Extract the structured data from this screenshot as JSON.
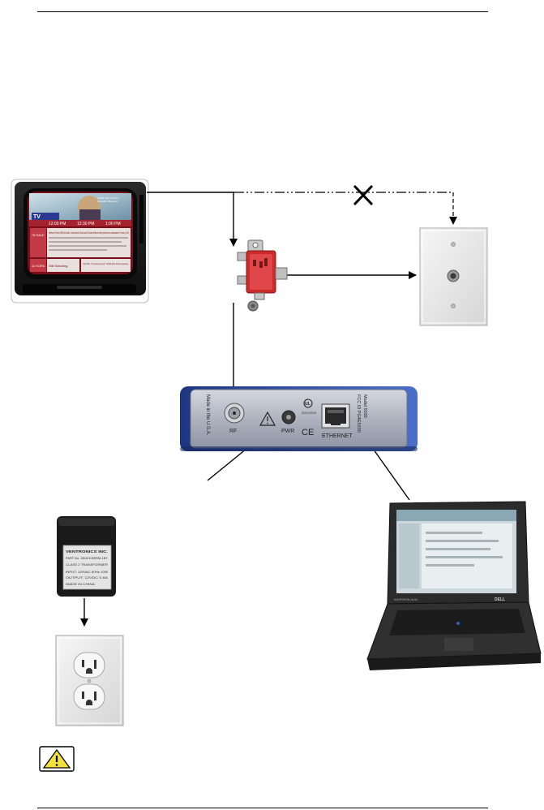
{
  "tv": {
    "screen_badge": "TV",
    "guide_title": "Jerald Sally Carlson",
    "guide_subtitle": "Meredith Okamoto!",
    "times": [
      "12:00 PM",
      "12:30 PM",
      "1:00 PM"
    ],
    "rows": [
      {
        "channel": "78 SALE",
        "text": "Jefferson in Paris (1995) Nick Nolte, Greta Scacchi. Biopic about Thomas Jefferson during his tenure as ambassador to France. (2:20)"
      },
      {
        "channel": "11 KGPA",
        "text": "Still Standing"
      },
      {
        "channel": "",
        "text": "12:01 \"Lovesong\" Patrick Dempsey."
      }
    ]
  },
  "modem": {
    "made_in": "Made in the U.S.A.",
    "rf": "RF",
    "pwr": "PWR",
    "ul_mark": "UL",
    "ul_text": "E212139 LISTED E13",
    "ce": "CE",
    "ethernet": "ETHERNET",
    "model": "Model 5030",
    "fcc": "FCC ID PG4E5030"
  },
  "adapter": {
    "brand": "VENTRONICS INC.",
    "part": "PART No. 2810/1059RM-1BY",
    "type": "CLASS 2 TRANSFORMER",
    "input": "INPUT: 120VAC 60Hz 10W",
    "output": "OUTPUT: 12VDC 0.6A",
    "made_in": "MADE IN CHINA"
  },
  "laptop": {
    "brand": "DELL",
    "model": "INSPIRON 5100"
  },
  "colors": {
    "line": "#000000",
    "splitter": "#cc2b2b",
    "modem_face": "#b8bcc6",
    "modem_blue": "#2d4a9a",
    "tv_body": "#1c1c1c",
    "wall_plate": "#ececec",
    "warning": "#f2e13a"
  },
  "icons": [
    "warning-icon",
    "cross-mark-icon",
    "coax-splitter-icon",
    "wall-jack-icon",
    "power-outlet-icon"
  ]
}
